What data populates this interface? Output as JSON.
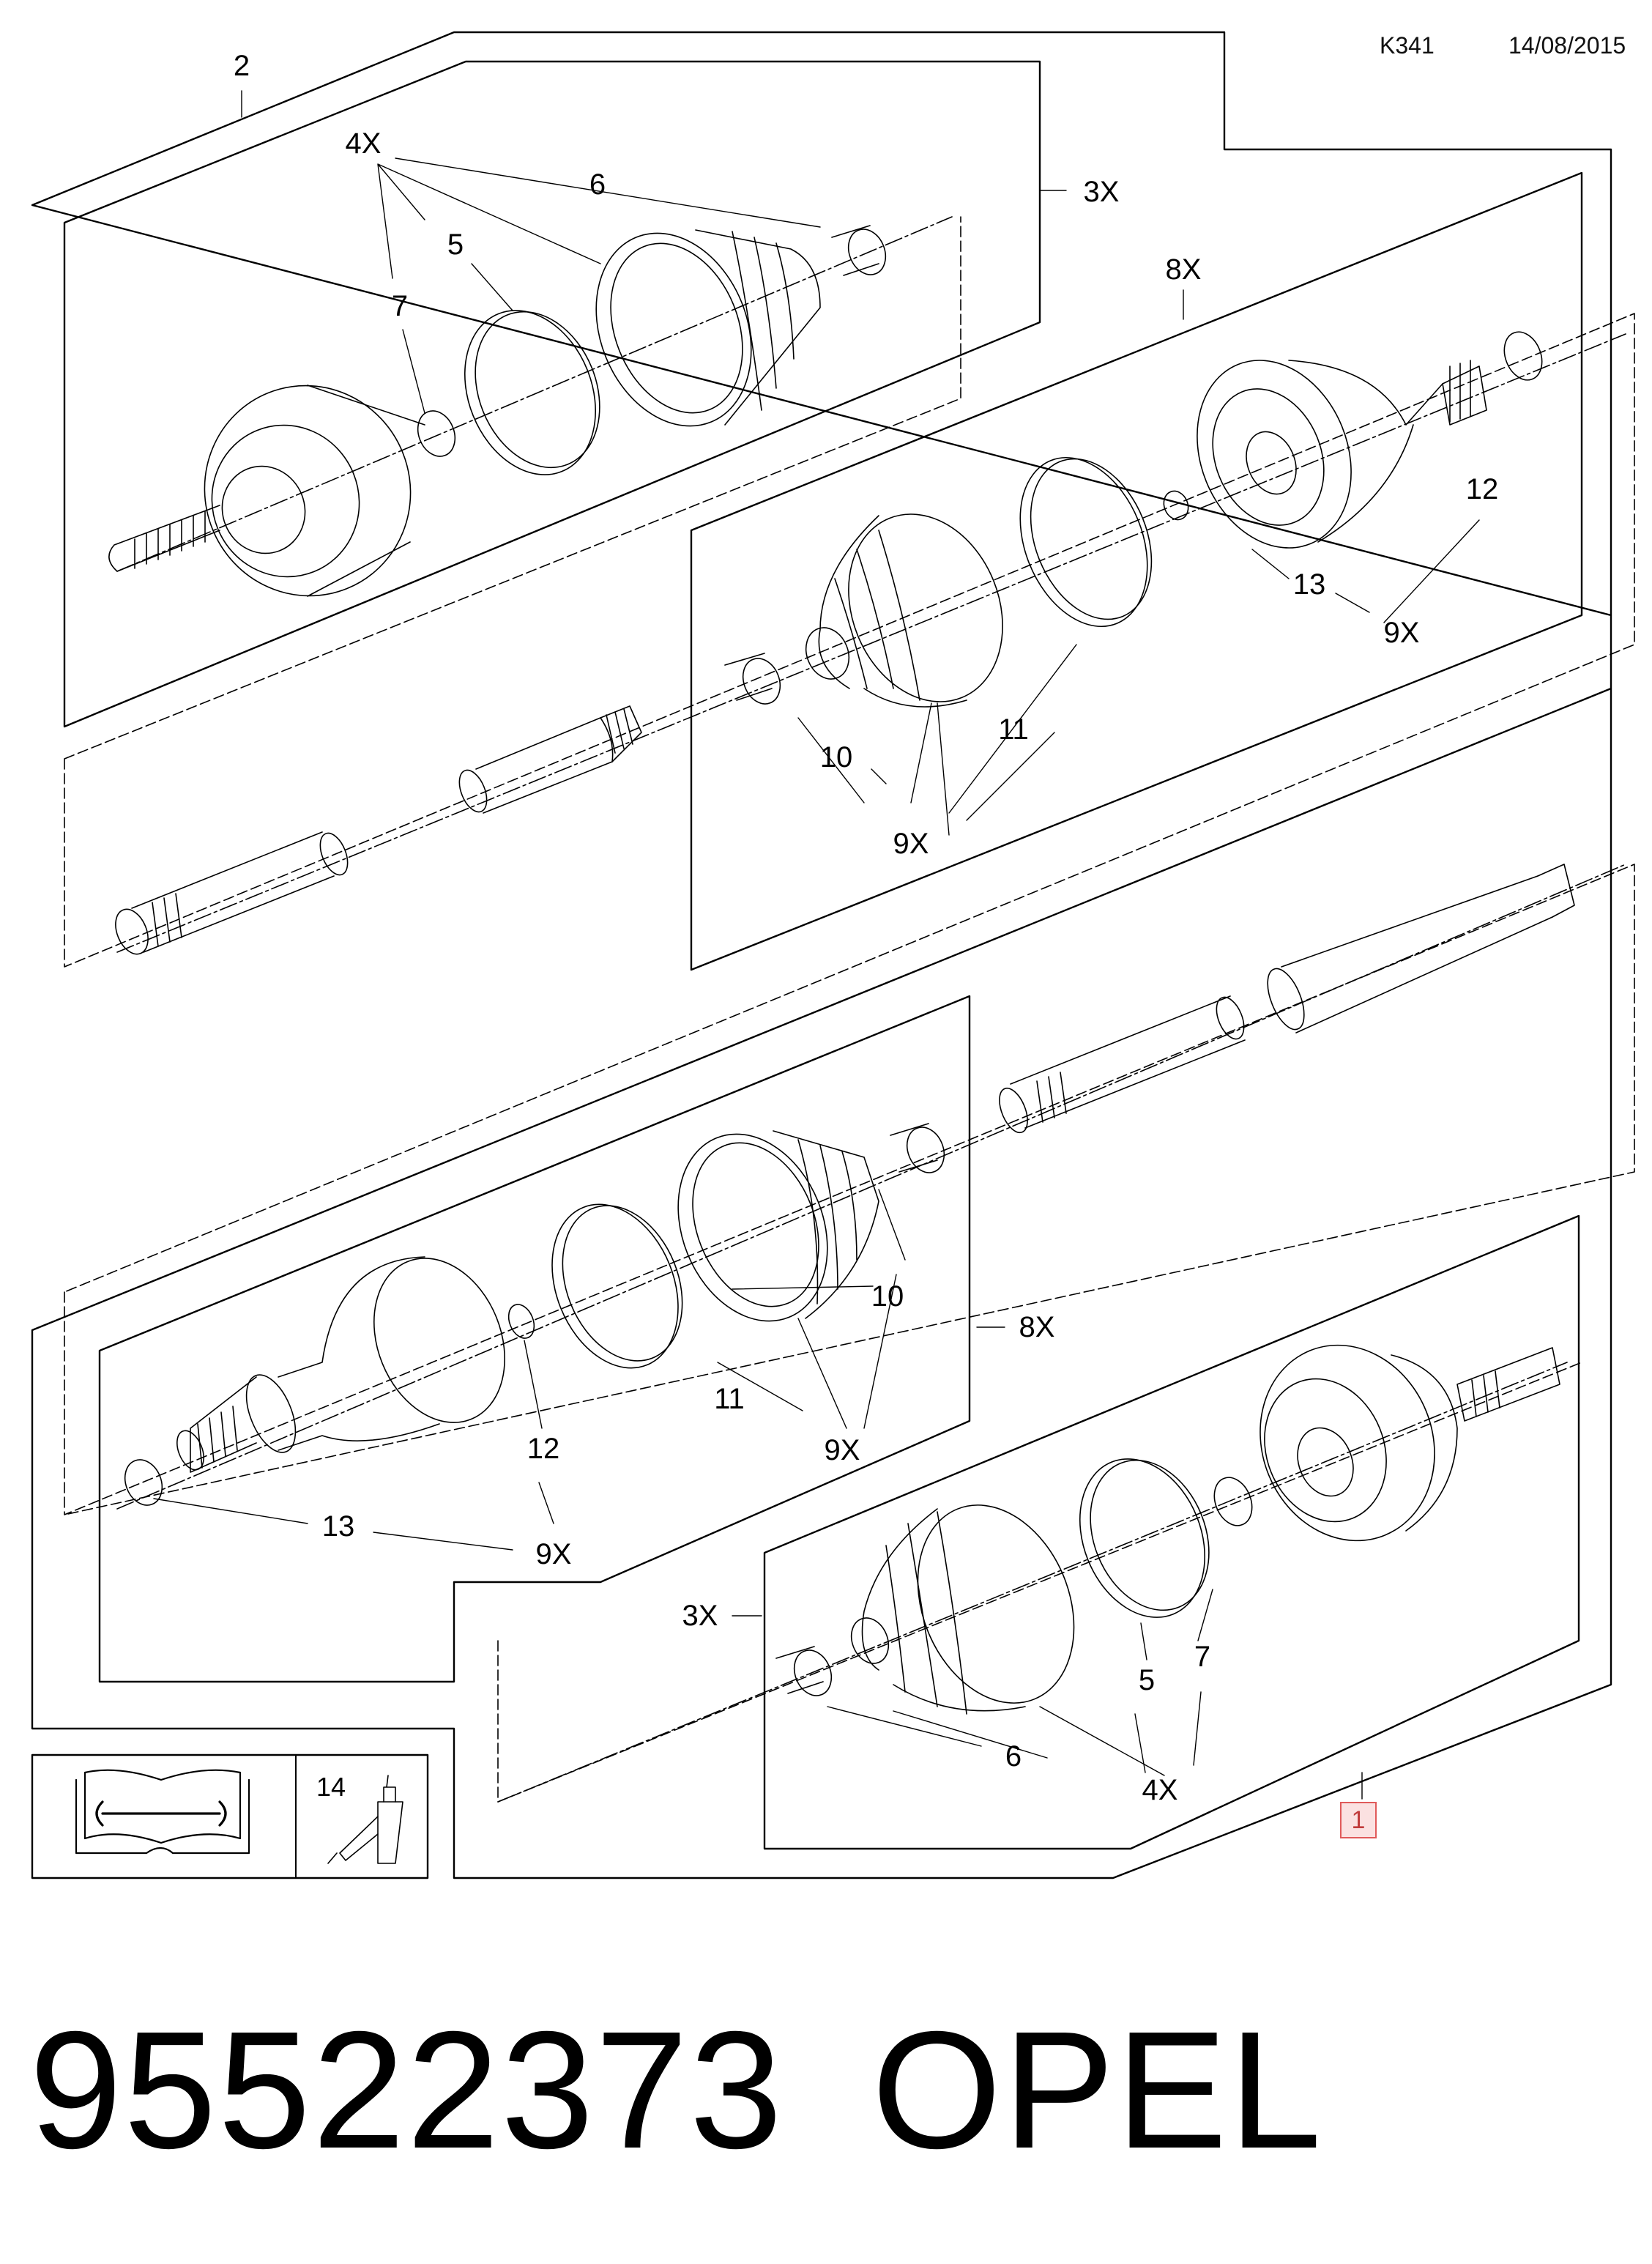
{
  "header": {
    "code": "K341",
    "date": "14/08/2015"
  },
  "labels": {
    "l2": "2",
    "l4x_top": "4X",
    "l6_top": "6",
    "l3x_top": "3X",
    "l5_top": "5",
    "l7_top": "7",
    "l8x_right": "8X",
    "l12_right": "12",
    "l13_right": "13",
    "l9x_right": "9X",
    "l10_mid": "10",
    "l11_mid": "11",
    "l9x_mid": "9X",
    "l10_low": "10",
    "l8x_low": "8X",
    "l11_low": "11",
    "l9x_low": "9X",
    "l12_low": "12",
    "l13_low": "13",
    "l9x_bottom": "9X",
    "l3x_bottom": "3X",
    "l5_bottom": "5",
    "l7_bottom": "7",
    "l6_bottom": "6",
    "l4x_bottom": "4X",
    "l14": "14",
    "tag": "1"
  },
  "part": {
    "number": "95522373",
    "brand": "OPEL"
  },
  "icons": [
    "manual-wrench-icon",
    "grease-tube-icon"
  ],
  "colors": {
    "line": "#000000",
    "tag_border": "#e05a5a",
    "tag_fill": "#fbe1e1"
  }
}
